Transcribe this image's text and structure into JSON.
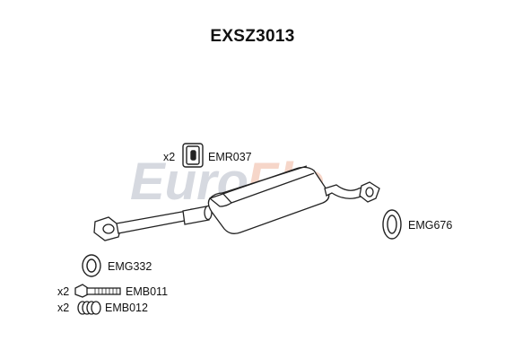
{
  "title": "EXSZ3013",
  "watermark": {
    "part1": "Euro",
    "part2": "Flo",
    "colors": {
      "part1": "#c9cdd6",
      "part2": "#f3c9b7"
    }
  },
  "parts": [
    {
      "qty": "x2",
      "code": "EMR037"
    },
    {
      "qty": "",
      "code": "EMG676"
    },
    {
      "qty": "",
      "code": "EMG332"
    },
    {
      "qty": "x2",
      "code": "EMB011"
    },
    {
      "qty": "x2",
      "code": "EMB012"
    }
  ]
}
